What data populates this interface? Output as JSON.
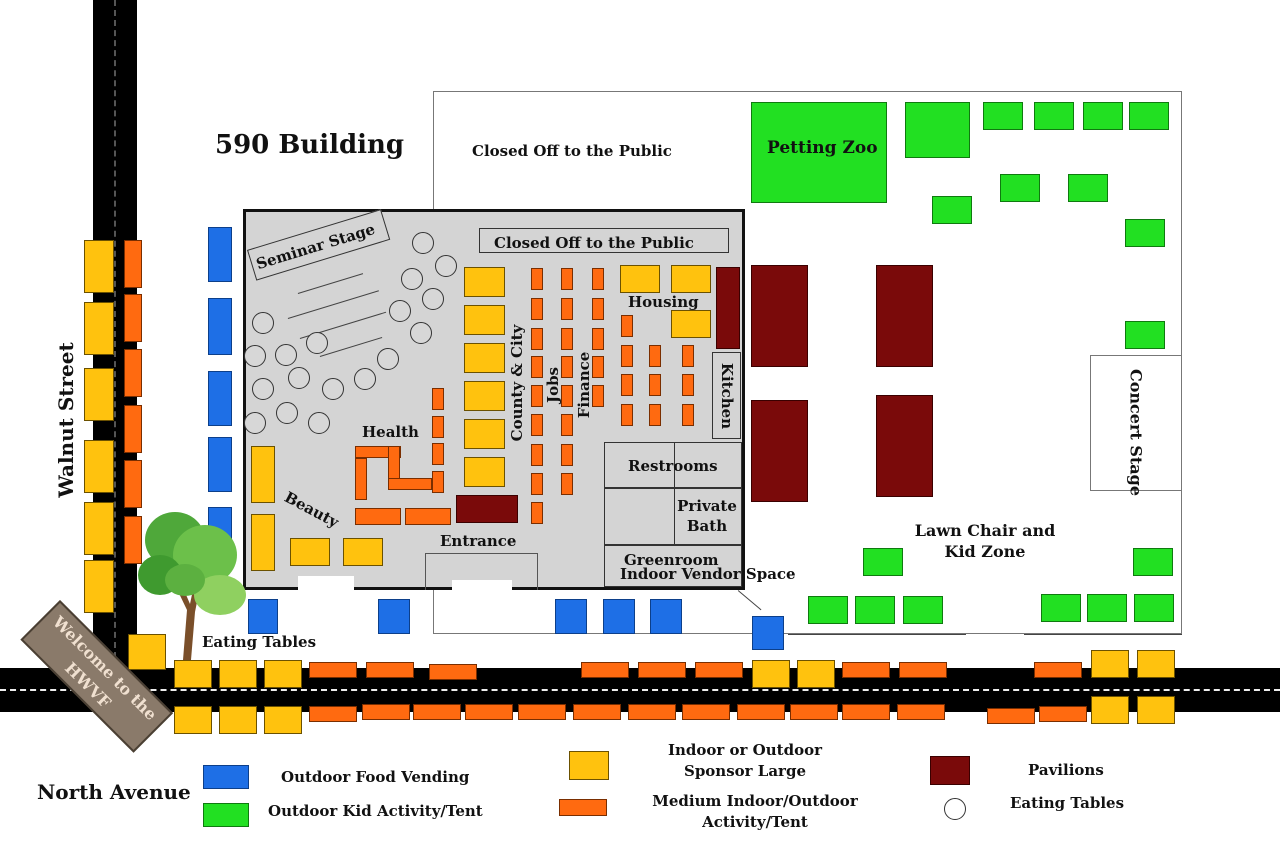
{
  "labels": {
    "building": "590 Building",
    "closed_outside": "Closed Off to the Public",
    "closed_inside": "Closed Off to the Public",
    "petting_zoo": "Petting Zoo",
    "seminar_stage": "Seminar Stage",
    "housing": "Housing",
    "county_city": "County & City",
    "jobs": "Jobs",
    "finance": "Finance",
    "kitchen": "Kitchen",
    "health": "Health",
    "beauty": "Beauty",
    "entrance": "Entrance",
    "restrooms": "Restrooms",
    "private_bath": "Private Bath",
    "greenroom": "Greenroom",
    "indoor_vendor": "Indoor Vendor Space",
    "concert_stage": "Concert Stage",
    "lawn_chair": "Lawn Chair and Kid Zone",
    "eating_tables": "Eating Tables",
    "walnut_street": "Walnut Street",
    "north_avenue": "North Avenue",
    "sign": "Welcome to the HWVF"
  },
  "legend": [
    {
      "label": "Outdoor Food Vending",
      "color": "#1e6fe6",
      "shape": "rect"
    },
    {
      "label": "Outdoor Kid Activity/Tent",
      "color": "#22e022",
      "shape": "rect"
    },
    {
      "label": "Indoor or Outdoor Sponsor Large",
      "color": "#ffc20e",
      "shape": "rect"
    },
    {
      "label": "Medium Indoor/Outdoor Activity/Tent",
      "color": "#ff6a10",
      "shape": "rect"
    },
    {
      "label": "Pavilions",
      "color": "#7a0a0a",
      "shape": "rect"
    },
    {
      "label": "Eating Tables",
      "color": "#ffffff",
      "shape": "circle"
    }
  ]
}
